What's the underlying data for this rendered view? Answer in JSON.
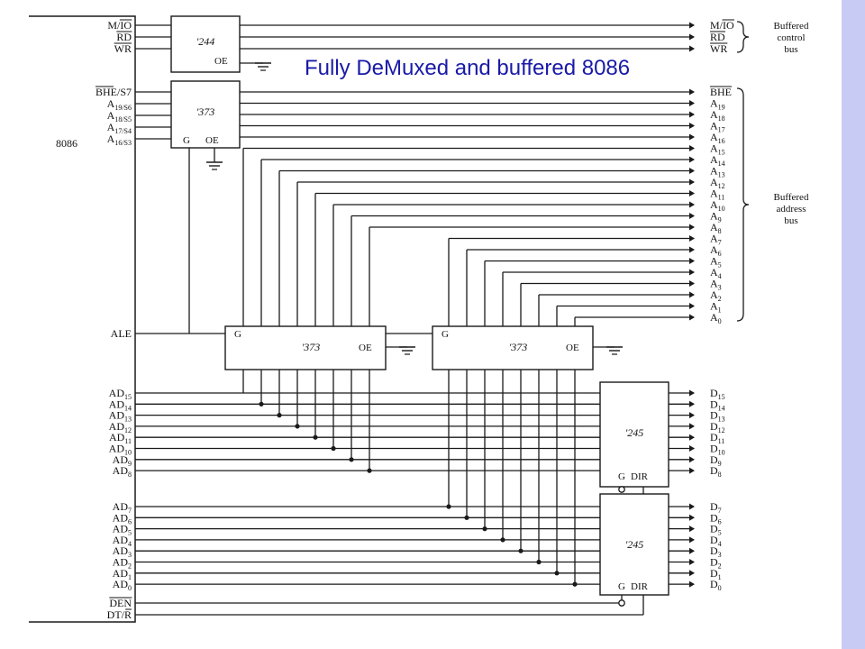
{
  "slide": {
    "title": "Fully DeMuxed and buffered 8086",
    "title_color": "#1a1aa8",
    "sidebar_color": "#c8ccf4"
  },
  "cpu": {
    "label": "8086",
    "ale": "ALE",
    "control_pins": [
      {
        "name": "M/IO",
        "overline": "IO"
      },
      {
        "name": "RD",
        "overline": "RD"
      },
      {
        "name": "WR",
        "overline": "WR"
      }
    ],
    "upper_pins": [
      {
        "base": "BHE/S7",
        "sub": "",
        "overline": "BHE"
      },
      {
        "base": "A",
        "sub": "19/S6"
      },
      {
        "base": "A",
        "sub": "18/S5"
      },
      {
        "base": "A",
        "sub": "17/S4"
      },
      {
        "base": "A",
        "sub": "16/S3"
      }
    ],
    "ad_high": [
      {
        "base": "AD",
        "sub": "15"
      },
      {
        "base": "AD",
        "sub": "14"
      },
      {
        "base": "AD",
        "sub": "13"
      },
      {
        "base": "AD",
        "sub": "12"
      },
      {
        "base": "AD",
        "sub": "11"
      },
      {
        "base": "AD",
        "sub": "10"
      },
      {
        "base": "AD",
        "sub": "9"
      },
      {
        "base": "AD",
        "sub": "8"
      }
    ],
    "ad_low": [
      {
        "base": "AD",
        "sub": "7"
      },
      {
        "base": "AD",
        "sub": "6"
      },
      {
        "base": "AD",
        "sub": "5"
      },
      {
        "base": "AD",
        "sub": "4"
      },
      {
        "base": "AD",
        "sub": "3"
      },
      {
        "base": "AD",
        "sub": "2"
      },
      {
        "base": "AD",
        "sub": "1"
      },
      {
        "base": "AD",
        "sub": "0"
      }
    ],
    "den": {
      "name": "DEN",
      "overline": "DEN"
    },
    "dtr": {
      "name": "DT/R",
      "overline": "R"
    }
  },
  "chips": {
    "buf244": {
      "part": "'244",
      "oe": "OE"
    },
    "latch_upper": {
      "part": "'373",
      "g": "G",
      "oe": "OE"
    },
    "latch_mid": {
      "part": "'373",
      "g": "G",
      "oe": "OE"
    },
    "latch_low": {
      "part": "'373",
      "g": "G",
      "oe": "OE"
    },
    "xcvr_high": {
      "part": "'245",
      "g": "G",
      "dir": "DIR"
    },
    "xcvr_low": {
      "part": "'245",
      "g": "G",
      "dir": "DIR"
    }
  },
  "outputs": {
    "control": [
      {
        "name": "M/IO",
        "overline": "IO"
      },
      {
        "name": "RD",
        "overline": "RD"
      },
      {
        "name": "WR",
        "overline": "WR"
      }
    ],
    "control_brace_label": [
      "Buffered",
      "control",
      "bus"
    ],
    "address": [
      {
        "base": "BHE",
        "sub": "",
        "overline": "BHE"
      },
      {
        "base": "A",
        "sub": "19"
      },
      {
        "base": "A",
        "sub": "18"
      },
      {
        "base": "A",
        "sub": "17"
      },
      {
        "base": "A",
        "sub": "16"
      },
      {
        "base": "A",
        "sub": "15"
      },
      {
        "base": "A",
        "sub": "14"
      },
      {
        "base": "A",
        "sub": "13"
      },
      {
        "base": "A",
        "sub": "12"
      },
      {
        "base": "A",
        "sub": "11"
      },
      {
        "base": "A",
        "sub": "10"
      },
      {
        "base": "A",
        "sub": "9"
      },
      {
        "base": "A",
        "sub": "8"
      },
      {
        "base": "A",
        "sub": "7"
      },
      {
        "base": "A",
        "sub": "6"
      },
      {
        "base": "A",
        "sub": "5"
      },
      {
        "base": "A",
        "sub": "4"
      },
      {
        "base": "A",
        "sub": "3"
      },
      {
        "base": "A",
        "sub": "2"
      },
      {
        "base": "A",
        "sub": "1"
      },
      {
        "base": "A",
        "sub": "0"
      }
    ],
    "address_brace_label": [
      "Buffered",
      "address",
      "bus"
    ],
    "data_high": [
      {
        "base": "D",
        "sub": "15"
      },
      {
        "base": "D",
        "sub": "14"
      },
      {
        "base": "D",
        "sub": "13"
      },
      {
        "base": "D",
        "sub": "12"
      },
      {
        "base": "D",
        "sub": "11"
      },
      {
        "base": "D",
        "sub": "10"
      },
      {
        "base": "D",
        "sub": "9"
      },
      {
        "base": "D",
        "sub": "8"
      }
    ],
    "data_low": [
      {
        "base": "D",
        "sub": "7"
      },
      {
        "base": "D",
        "sub": "6"
      },
      {
        "base": "D",
        "sub": "5"
      },
      {
        "base": "D",
        "sub": "4"
      },
      {
        "base": "D",
        "sub": "3"
      },
      {
        "base": "D",
        "sub": "2"
      },
      {
        "base": "D",
        "sub": "1"
      },
      {
        "base": "D",
        "sub": "0"
      }
    ]
  }
}
